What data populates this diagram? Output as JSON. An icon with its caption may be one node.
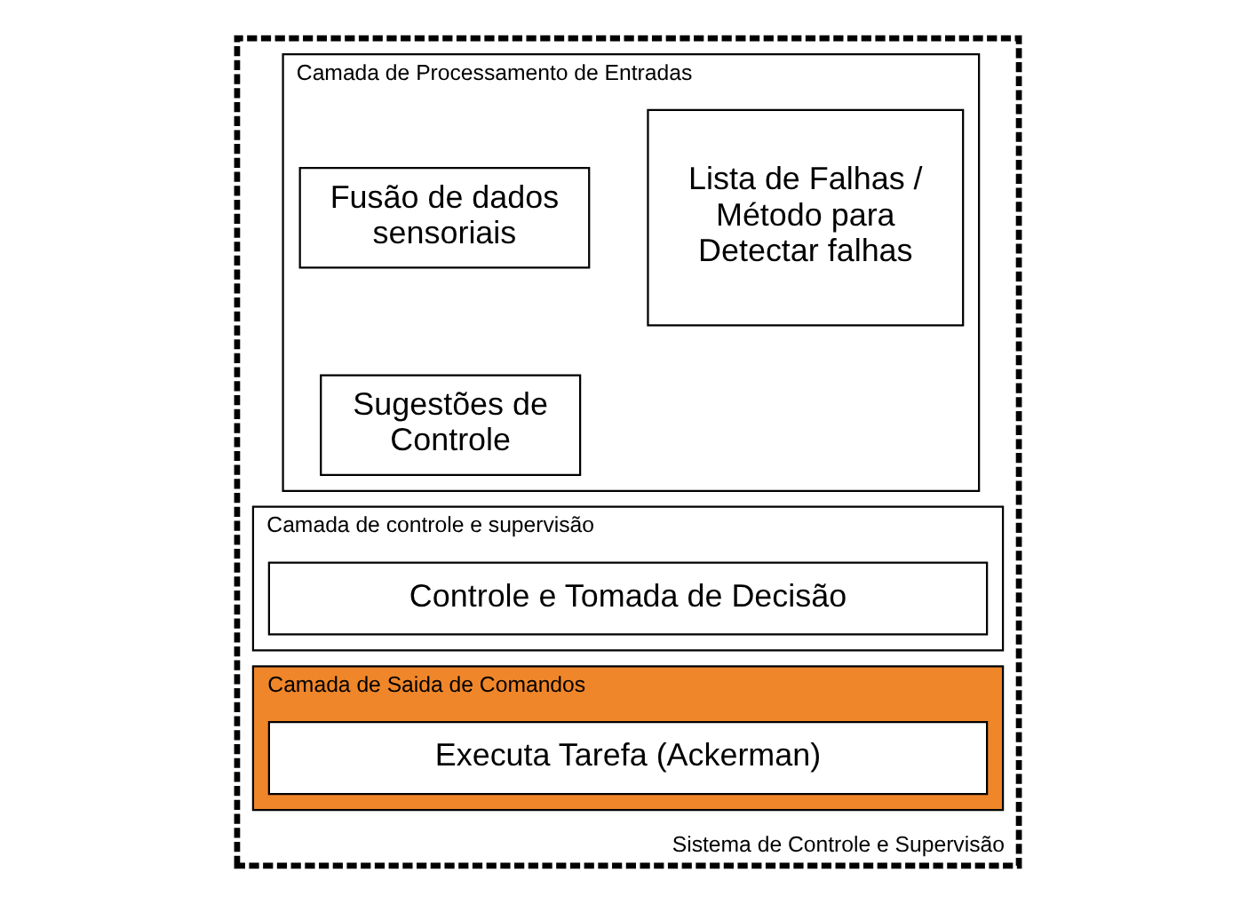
{
  "diagram": {
    "nodes": [
      {
        "text": [
          "Sistema de Controle e Supervisão"
        ]
      },
      {
        "text": [
          "Camada de Processamento de Entradas"
        ],
        "in": 0
      },
      {
        "text": [
          "Lista de Falhas / Método para Detectar falhas"
        ],
        "in": 1
      },
      {
        "text": [
          "Fusão de dados sensoriais"
        ],
        "in": 1
      },
      {
        "text": [
          "Sugestões de Controle"
        ],
        "in": 1
      },
      {
        "text": [
          "Camada de controle e supervisão"
        ],
        "in": 0
      },
      {
        "text": [
          "Controle e Tomada de Decisão"
        ],
        "in": 5
      },
      {
        "text": [
          "Camada de Saida de Comandos"
        ],
        "in": 0
      },
      {
        "text": [
          "Executa Tarefa (Ackerman)"
        ],
        "in": 7
      }
    ]
  }
}
